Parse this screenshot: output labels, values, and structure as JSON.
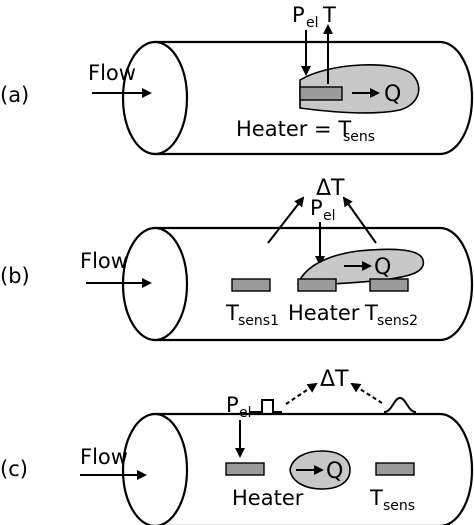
{
  "panels": [
    {
      "id": "a",
      "panel_label": "(a)",
      "flow_label": "Flow",
      "power_label": "P",
      "power_sub": "el",
      "temp_label": "T",
      "q_label": "Q",
      "heater_label": "Heater = T",
      "heater_sub": "sens"
    },
    {
      "id": "b",
      "panel_label": "(b)",
      "flow_label": "Flow",
      "delta_label": "ΔT",
      "power_label": "P",
      "power_sub": "el",
      "q_label": "Q",
      "sensor1_label": "T",
      "sensor1_sub": "sens1",
      "heater_label": "Heater",
      "sensor2_label": "T",
      "sensor2_sub": "sens2"
    },
    {
      "id": "c",
      "panel_label": "(c)",
      "flow_label": "Flow",
      "delta_label": "ΔT",
      "power_label": "P",
      "power_sub": "el",
      "q_label": "Q",
      "heater_label": "Heater",
      "sensor_label": "T",
      "sensor_sub": "sens"
    }
  ]
}
